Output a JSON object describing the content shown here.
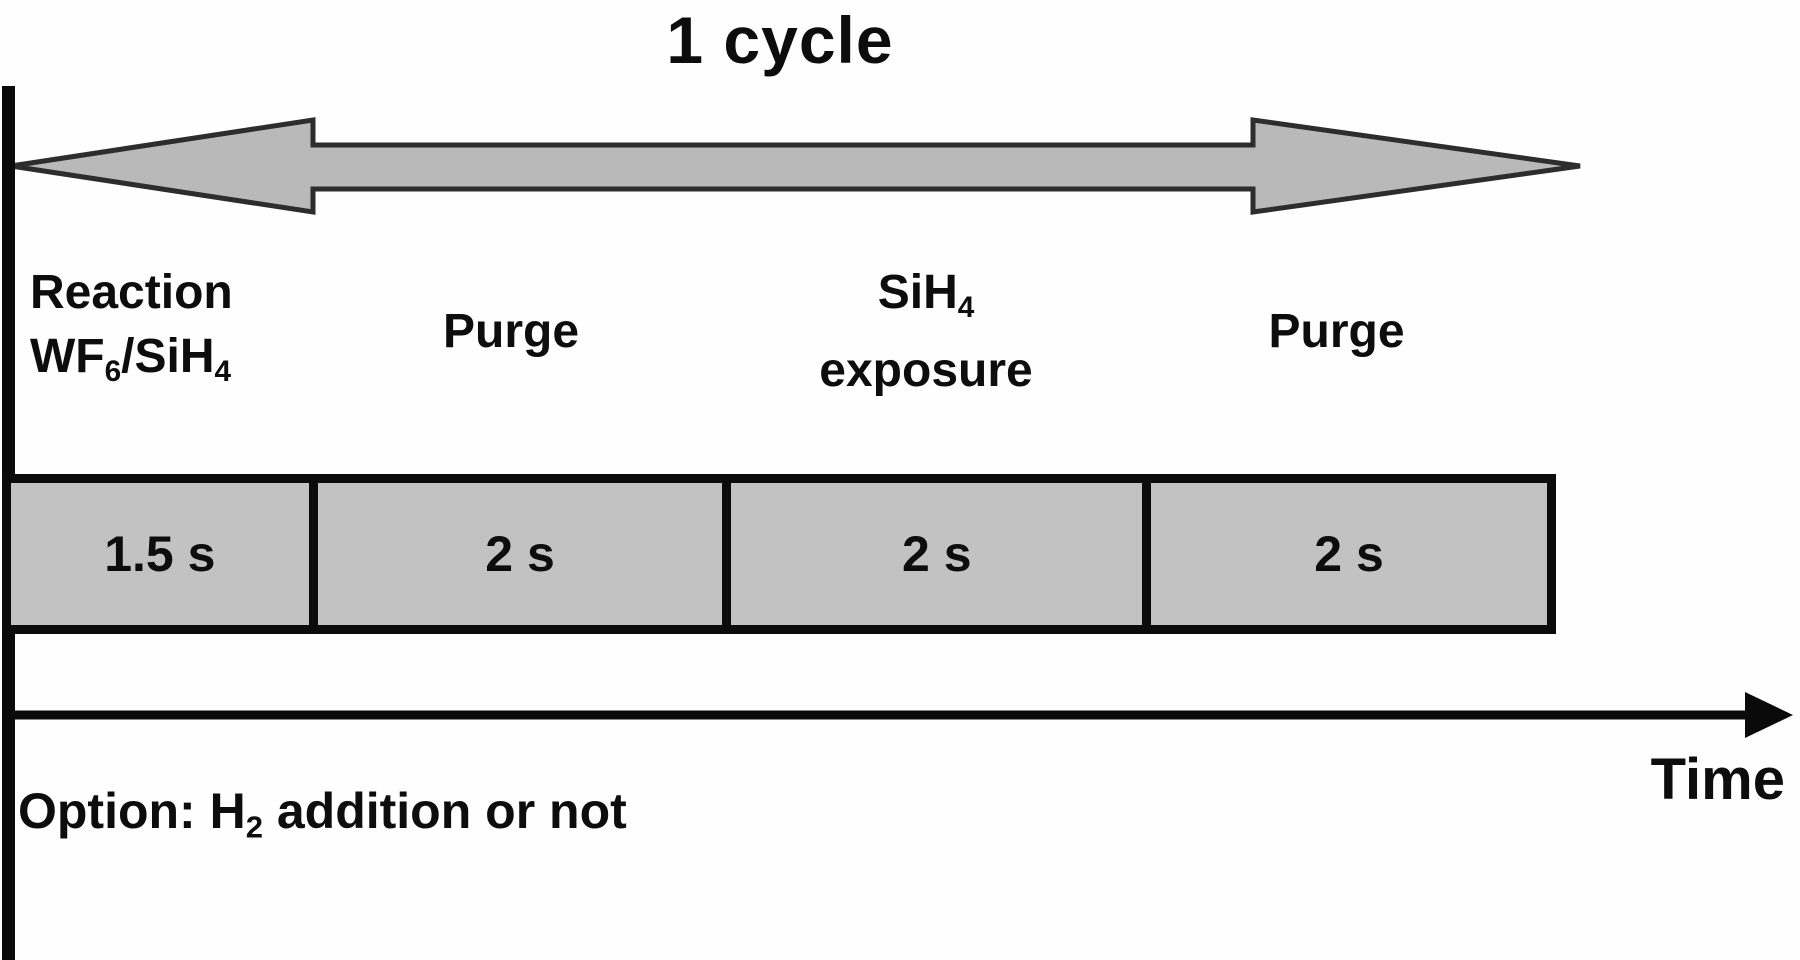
{
  "title": "1 cycle",
  "axis": {
    "x_label": "Time"
  },
  "phases": [
    {
      "name": "reaction-wf6-sih4",
      "label_lines": [
        [
          {
            "t": "Reaction"
          }
        ],
        [
          {
            "t": "WF"
          },
          {
            "t": "6",
            "sub": true
          },
          {
            "t": "/SiH"
          },
          {
            "t": "4",
            "sub": true
          }
        ]
      ],
      "duration_label": "1.5 s",
      "duration_s": 1.5
    },
    {
      "name": "purge-1",
      "label_lines": [
        [
          {
            "t": "Purge"
          }
        ]
      ],
      "duration_label": "2 s",
      "duration_s": 2
    },
    {
      "name": "sih4-exposure",
      "label_lines": [
        [
          {
            "t": "SiH"
          },
          {
            "t": "4",
            "sub": true
          }
        ],
        [
          {
            "t": "exposure"
          }
        ]
      ],
      "duration_label": "2 s",
      "duration_s": 2
    },
    {
      "name": "purge-2",
      "label_lines": [
        [
          {
            "t": "Purge"
          }
        ]
      ],
      "duration_label": "2 s",
      "duration_s": 2
    }
  ],
  "footnote_segments": [
    {
      "t": "Option: H"
    },
    {
      "t": "2",
      "sub": true
    },
    {
      "t": " addition or not"
    }
  ],
  "colors": {
    "box_fill": "#c2c2c2",
    "box_border": "#0b0b0b",
    "arrow_fill": "#b9b9b9",
    "arrow_stroke": "#2d2d2d",
    "axis_color": "#0a0a0a",
    "text_color": "#0d0d0d"
  }
}
